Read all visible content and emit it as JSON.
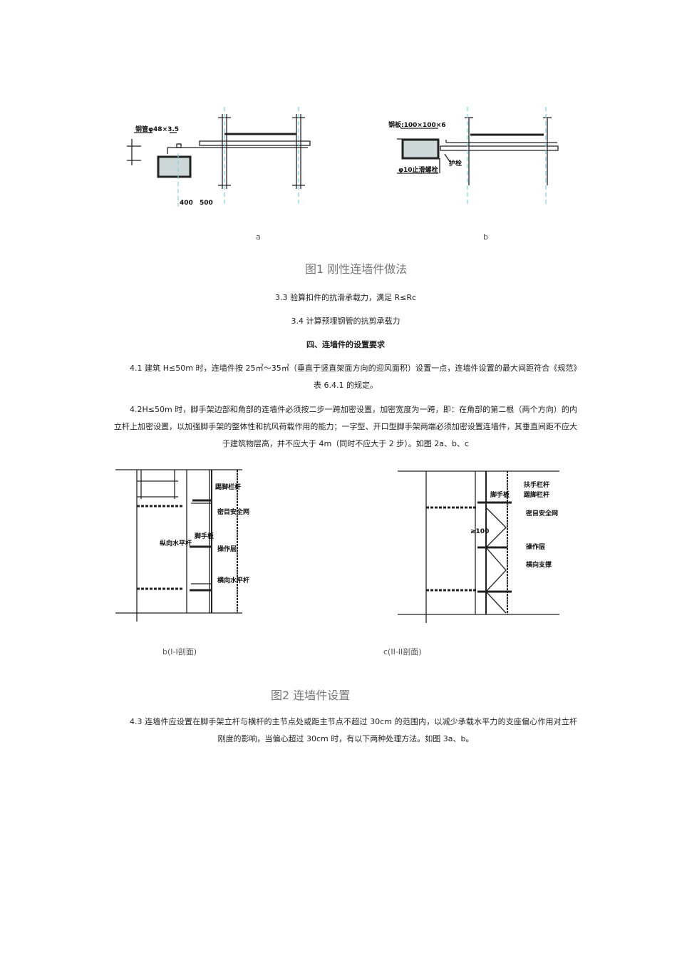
{
  "figure1": {
    "caption": "图1 刚性连墙件做法",
    "panel_a": {
      "label": "a",
      "pipe_note": "钢管φ48×3.5",
      "dim1": "400",
      "dim2": "500"
    },
    "panel_b": {
      "label": "b",
      "plate_note": "钢板:100×100×6",
      "bolt_note": "φ10止滑螺栓",
      "guard_note": "护栓"
    }
  },
  "paragraphs": {
    "p33": "3.3 验算扣件的抗滑承载力，满足 R≤Rc",
    "p34": "3.4 计算预埋钢管的抗剪承载力",
    "heading4": "四、连墙件的设置要求",
    "p41": "4.1 建筑 H≤50m 时，连墙件按 25㎡～35㎡（垂直于竖直架面方向的迎风面积）设置一点，连墙件设置的最大间距符合《规范》表 6.4.1 的规定。",
    "p42": "4.2H≤50m 时，脚手架边部和角部的连墙件必须按二步一跨加密设置，加密宽度为一跨，即：在角部的第二根（两个方向）的内立杆上加密设置，以加强脚手架的整体性和抗风荷载作用的能力；一字型、开口型脚手架两端必须加密设置连墙件，其垂直间距不应大于建筑物层高，并不应大于 4m（同时不应大于 2 步）。如图 2a、b、c",
    "p43": "4.3 连墙件应设置在脚手架立杆与横杆的主节点处或距主节点不超过 30cm 的范围内，以减少承载水平力的支座偏心作用对立杆刚度的影响，当偏心超过 30cm 时，有以下两种处理方法。如图 3a、b。"
  },
  "figure2": {
    "caption": "图2 连墙件设置",
    "panel_b": {
      "label": "b(I-I剖面)",
      "notes": [
        "踢脚栏杆",
        "密目安全网",
        "脚手板",
        "纵向水平杆",
        "操作层",
        "横向水平杆"
      ]
    },
    "panel_c": {
      "label": "c(II-II剖面)",
      "notes": [
        "扶手栏杆",
        "踢脚栏杆",
        "脚手板",
        "密目安全网",
        "≥100",
        "操作层",
        "横向支撑"
      ]
    }
  },
  "colors": {
    "axis_dash": "#7fd0d8",
    "caption": "#777777"
  }
}
